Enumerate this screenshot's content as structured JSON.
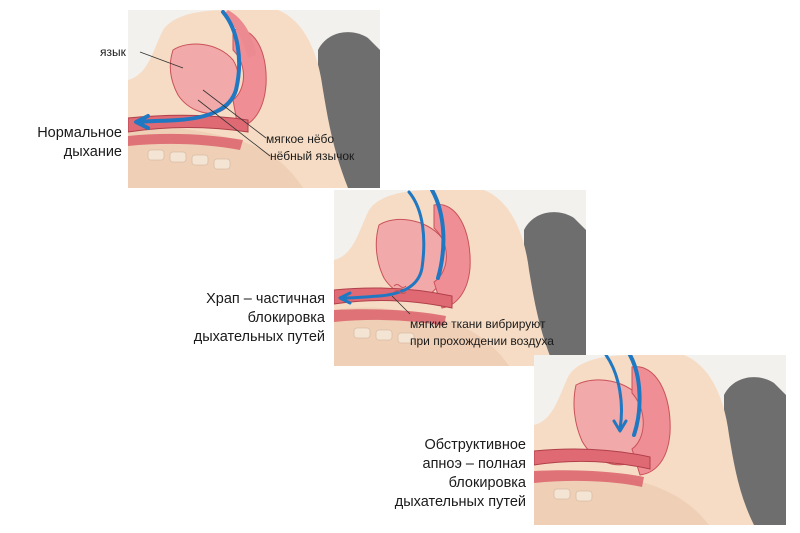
{
  "panels": [
    {
      "title": "Нормальное\nдыхание",
      "labels": [
        "язык",
        "мягкое нёбо",
        "нёбный язычок"
      ]
    },
    {
      "title": "Храп – частичная\nблокировка\nдыхательных путей",
      "labels": [
        "мягкие ткани вибрируют\nпри прохождении воздуха"
      ]
    },
    {
      "title": "Обструктивное\nапноэ – полная\nблокировка\nдыхательных путей",
      "labels": []
    }
  ],
  "colors": {
    "pillow": "#6e6e6e",
    "skin": "#f6dcc4",
    "tissue": "#f2a9a9",
    "tissue_dark": "#c9525a",
    "airflow": "#1f78c1",
    "background": "#f3f1ee"
  }
}
